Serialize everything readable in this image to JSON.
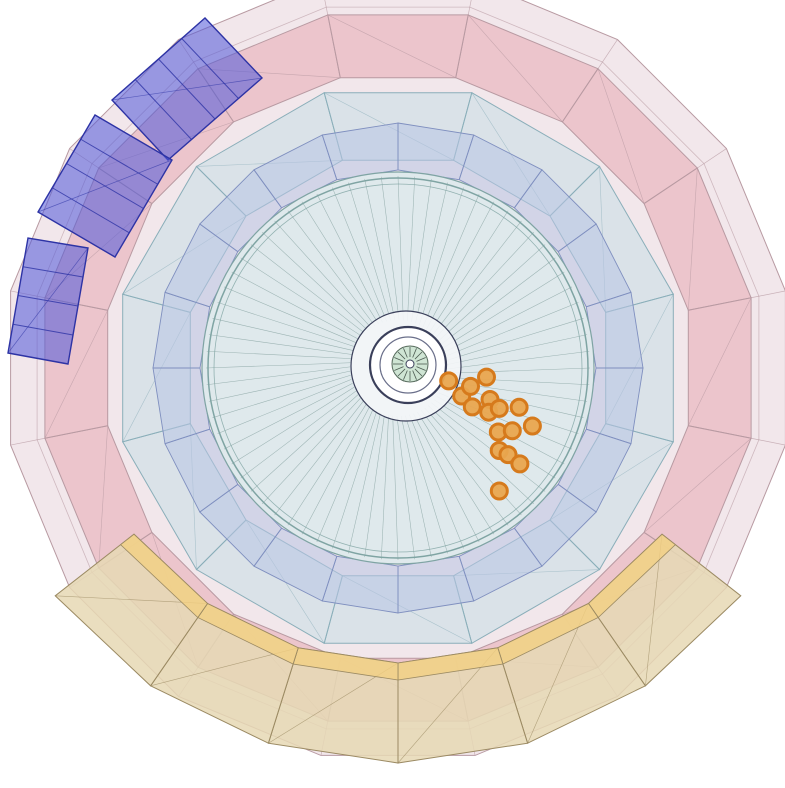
{
  "colors": {
    "background": "#ffffff",
    "muon_ring_fill": "#e9b9c2",
    "muon_ring_stroke": "#b89aa2",
    "outer_shell_fill": "#eddde2",
    "hcal_fill": "#c7dfe6",
    "hcal_stroke": "#8aaeb9",
    "ecal_fill": "#b8c4e3",
    "ecal_stroke": "#7f8fbf",
    "tracker_fill": "#dde9ec",
    "tracker_stroke": "#7fa4a3",
    "tracker_spoke": "#8fa9a8",
    "beampipe_fill": "#ffffff",
    "beampipe_stroke": "#3a3f5a",
    "vertex_fill": "#cfe5d4",
    "forward_module_fill": "#4f55d8",
    "forward_module_stroke": "#2d33a5",
    "base_support_fill": "#e6d8b4",
    "base_support_stroke": "#9b8a63",
    "base_rail_fill": "#f2cf82",
    "hit_fill": "#e9a64f",
    "hit_stroke": "#d67a1c"
  },
  "icons": {
    "detector_view": "collider-detector-end-view",
    "hits": "energy-deposit-marker"
  },
  "hits": [
    {
      "r": 0.1,
      "angle_deg": 11
    },
    {
      "r": 0.22,
      "angle_deg": 33
    },
    {
      "r": 0.25,
      "angle_deg": 13
    },
    {
      "r": 0.35,
      "angle_deg": -1
    },
    {
      "r": 0.32,
      "angle_deg": 37
    },
    {
      "r": 0.4,
      "angle_deg": 21
    },
    {
      "r": 0.43,
      "angle_deg": 32
    },
    {
      "r": 0.48,
      "angle_deg": 25
    },
    {
      "r": 0.56,
      "angle_deg": 40
    },
    {
      "r": 0.6,
      "angle_deg": 19
    },
    {
      "r": 0.65,
      "angle_deg": 48
    },
    {
      "r": 0.63,
      "angle_deg": 34
    },
    {
      "r": 0.73,
      "angle_deg": 26
    },
    {
      "r": 0.71,
      "angle_deg": 46
    },
    {
      "r": 0.81,
      "angle_deg": 45
    },
    {
      "r": 0.87,
      "angle_deg": 60
    }
  ]
}
